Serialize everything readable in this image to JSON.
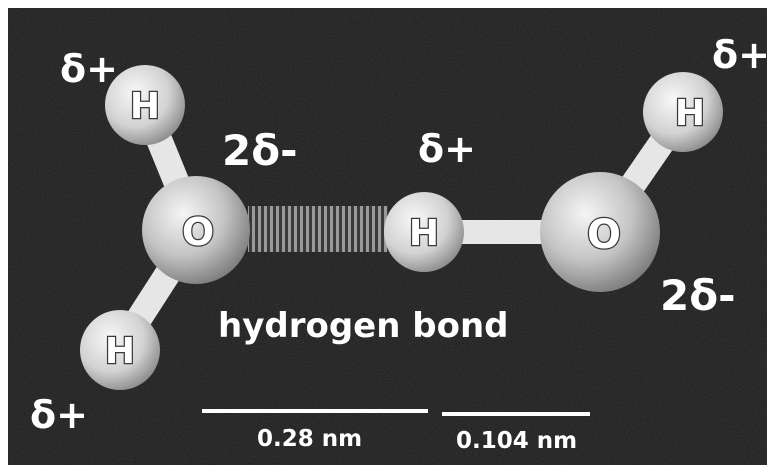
{
  "diagram": {
    "atoms": {
      "h_top_left": "H",
      "o_left": "O",
      "h_bottom_left": "H",
      "h_middle": "H",
      "o_right": "O",
      "h_top_right": "H"
    },
    "charges": {
      "h_top_left": "δ+",
      "o_left": "2δ-",
      "h_bottom_left": "δ+",
      "h_middle": "δ+",
      "h_top_right": "δ+",
      "o_right": "2δ-"
    },
    "bond_label": "hydrogen bond",
    "distances": {
      "hydrogen_bond": "0.28 nm",
      "covalent_bond": "0.104 nm"
    },
    "colors": {
      "background": "#1c1c1c",
      "atom": "#cfcfcf",
      "bond": "#e6e6e6",
      "text": "#ffffff"
    }
  }
}
